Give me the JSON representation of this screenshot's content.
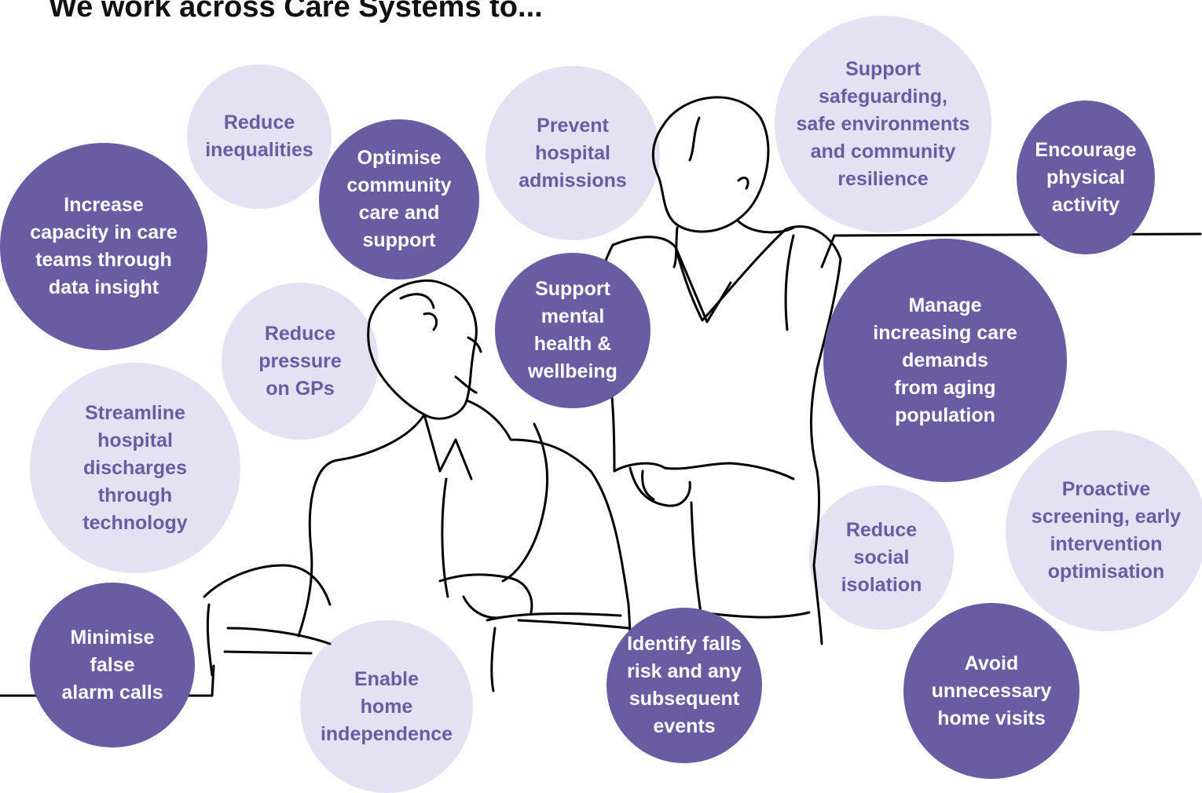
{
  "title": "We work across Care Systems to...",
  "colors": {
    "dark_circle": "#6a5ca3",
    "light_circle": "#e4e1f2",
    "line": "#000000"
  },
  "bubbles": {
    "reduce_inequalities": "Reduce\ninequalities",
    "prevent_admissions": "Prevent\nhospital\nadmissions",
    "safeguarding": "Support\nsafeguarding,\nsafe environments\nand community\nresilience",
    "increase_capacity": "Increase\ncapacity in care\nteams through\ndata insight",
    "optimise_community": "Optimise\ncommunity\ncare and\nsupport",
    "physical_activity": "Encourage\nphysical\nactivity",
    "mental_health": "Support\nmental\nhealth &\nwellbeing",
    "pressure_gps": "Reduce\npressure\non GPs",
    "care_demands": "Manage\nincreasing care\ndemands\nfrom aging\npopulation",
    "streamline_discharges": "Streamline\nhospital\ndischarges\nthrough\ntechnology",
    "proactive_screening": "Proactive\nscreening, early\nintervention\noptimisation",
    "social_isolation": "Reduce\nsocial\nisolation",
    "false_alarms": "Minimise\nfalse\nalarm calls",
    "home_independence": "Enable\nhome\nindependence",
    "falls_risk": "Identify falls\nrisk and any\nsubsequent\nevents",
    "home_visits": "Avoid\nunnecessary\nhome visits"
  }
}
